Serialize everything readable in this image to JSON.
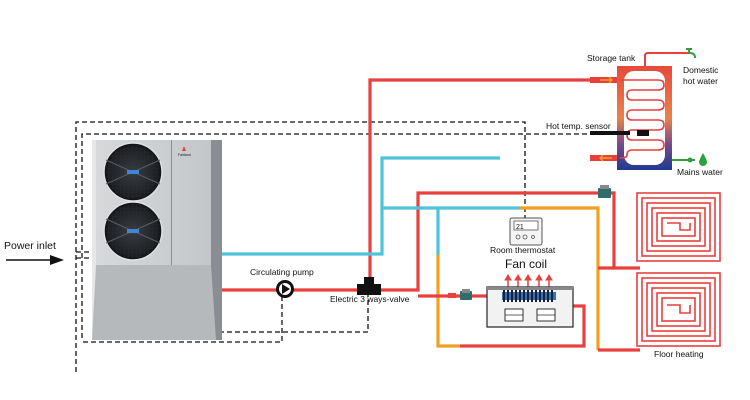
{
  "labels": {
    "power_inlet": "Power inlet",
    "circulating_pump": "Circulating pump",
    "three_way_valve": "Electric 3 ways-valve",
    "room_thermostat": "Room thermostat",
    "fan_coil": "Fan coil",
    "floor_heating": "Floor heating",
    "storage_tank": "Storage tank",
    "domestic_hot_water_line1": "Domestic",
    "domestic_hot_water_line2": "hot water",
    "hot_temp_sensor": "Hot temp. sensor",
    "mains_water": "Mains water"
  },
  "thermostat_display": "21",
  "heat_pump_brand": "Fairland",
  "colors": {
    "hot_pipe": "#e8403f",
    "cold_pipe": "#4fc3dc",
    "return_pipe": "#f0a020",
    "mains_pipe": "#2e9e3e",
    "tank_top": "#e64a3a",
    "tank_bottom": "#1f3b8f",
    "signal_wire": "#111111"
  }
}
